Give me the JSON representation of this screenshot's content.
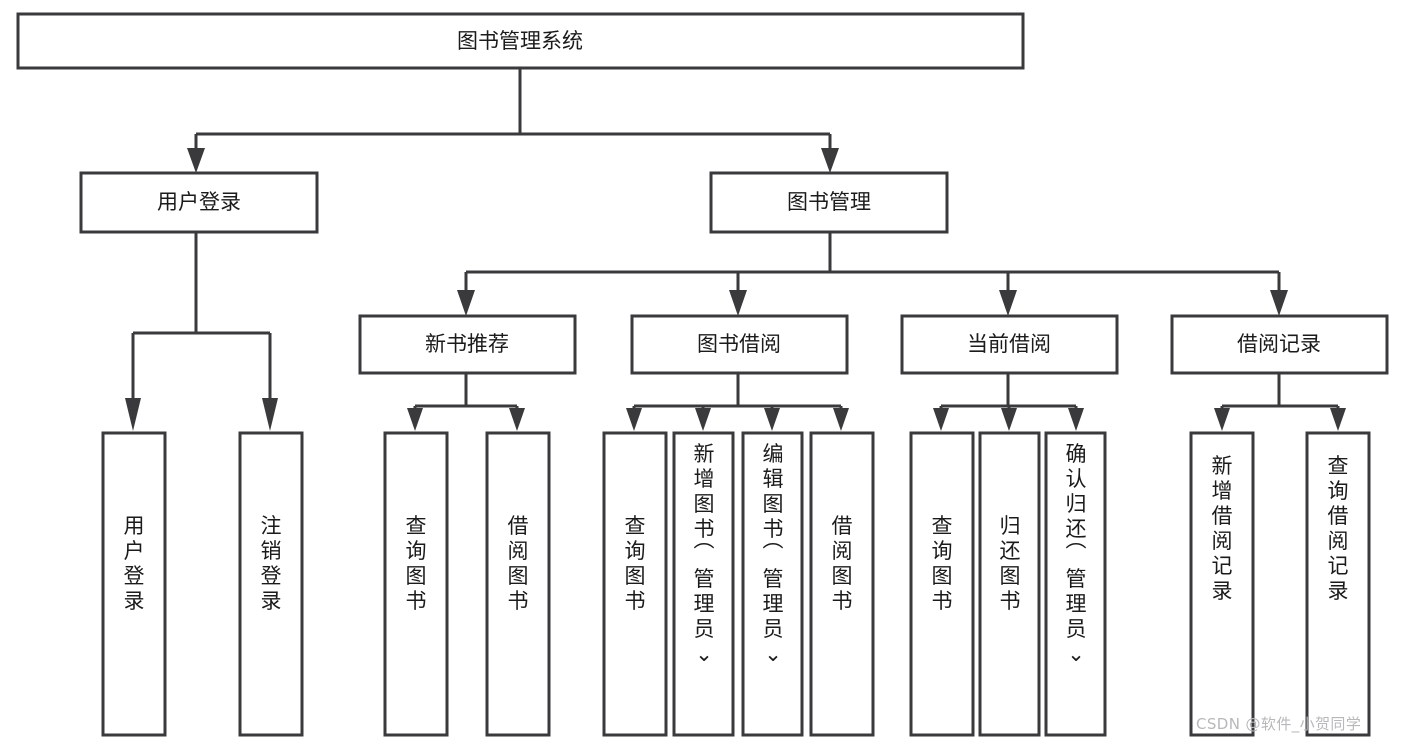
{
  "diagram": {
    "title": "图书管理系统",
    "type": "tree",
    "orientation": "top-down",
    "colors": {
      "box_fill": "#ffffff",
      "box_stroke": "#3a3a3c",
      "text": "#1b1b1b",
      "connector": "#3a3a3c",
      "background": "#ffffff",
      "watermark": "#b8b8bb"
    },
    "levels": {
      "root": {
        "label": "图书管理系统"
      },
      "level1": [
        {
          "label": "用户登录"
        },
        {
          "label": "图书管理"
        }
      ],
      "level2": [
        {
          "label": "新书推荐"
        },
        {
          "label": "图书借阅"
        },
        {
          "label": "当前借阅"
        },
        {
          "label": "借阅记录"
        }
      ],
      "leaves": [
        {
          "label": "用户登录",
          "parent": "用户登录"
        },
        {
          "label": "注销登录",
          "parent": "用户登录"
        },
        {
          "label": "查询图书",
          "parent": "新书推荐"
        },
        {
          "label": "借阅图书",
          "parent": "新书推荐"
        },
        {
          "label": "查询图书",
          "parent": "图书借阅"
        },
        {
          "label": "新增图书（管理员）",
          "parent": "图书借阅"
        },
        {
          "label": "编辑图书（管理员）",
          "parent": "图书借阅"
        },
        {
          "label": "借阅图书",
          "parent": "图书借阅"
        },
        {
          "label": "查询图书",
          "parent": "当前借阅"
        },
        {
          "label": "归还图书",
          "parent": "当前借阅"
        },
        {
          "label": "确认归还（管理员）",
          "parent": "当前借阅"
        },
        {
          "label": "新增借阅记录",
          "parent": "借阅记录"
        },
        {
          "label": "查询借阅记录",
          "parent": "借阅记录"
        }
      ]
    },
    "watermark": "CSDN @软件_小贺同学"
  }
}
